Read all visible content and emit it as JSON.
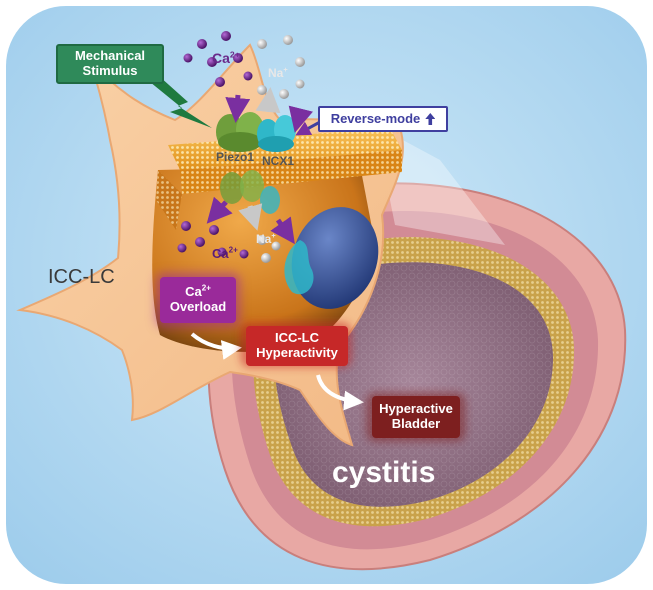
{
  "labels": {
    "mechanical_stimulus_line1": "Mechanical",
    "mechanical_stimulus_line2": "Stimulus",
    "ca_top": "Ca",
    "ca_top_sup": "2+",
    "na_top": "Na",
    "na_top_sup": "+",
    "reverse_mode": "Reverse-mode",
    "piezo1": "Piezo1",
    "ncx1": "NCX1",
    "ca_inside": "Ca",
    "ca_inside_sup": "2+",
    "na_inside": "Na",
    "na_inside_sup": "+",
    "icc_lc": "ICC-LC",
    "ca_overload_line1": "Ca",
    "ca_overload_sup": "2+",
    "ca_overload_line2": "Overload",
    "hyperactivity_line1": "ICC-LC",
    "hyperactivity_line2": "Hyperactivity",
    "hyperactive_bladder_line1": "Hyperactive",
    "hyperactive_bladder_line2": "Bladder",
    "cystitis": "cystitis"
  },
  "colors": {
    "background": "#bfe0f4",
    "cell": "#f7c79a",
    "cell_edge": "#e9a873",
    "membrane": "#f5a623",
    "cytoplasm": "#e08a1e",
    "calcium_ion": "#6a2a8a",
    "sodium_ion": "#d8d8d8",
    "piezo1": "#6f9e3c",
    "ncx1": "#2fb7c9",
    "nucleus": "#3e5a9e",
    "mechanical_box": "#2f8a5a",
    "reverse_mode_box": "#3f3f9f",
    "overload_box": "#9a2a9a",
    "hyperactivity_box": "#c62828",
    "bladder_box": "#7d1f1f",
    "bladder_outer": "#e7a7a3",
    "bladder_mucosa": "#c9a24a",
    "bladder_lumen": "#8e6e80",
    "arrow_purple": "#7a2fa0",
    "arrow_grey": "#b0b0b0"
  },
  "icons": [
    "lightning-bolt-icon",
    "up-arrow-icon"
  ]
}
